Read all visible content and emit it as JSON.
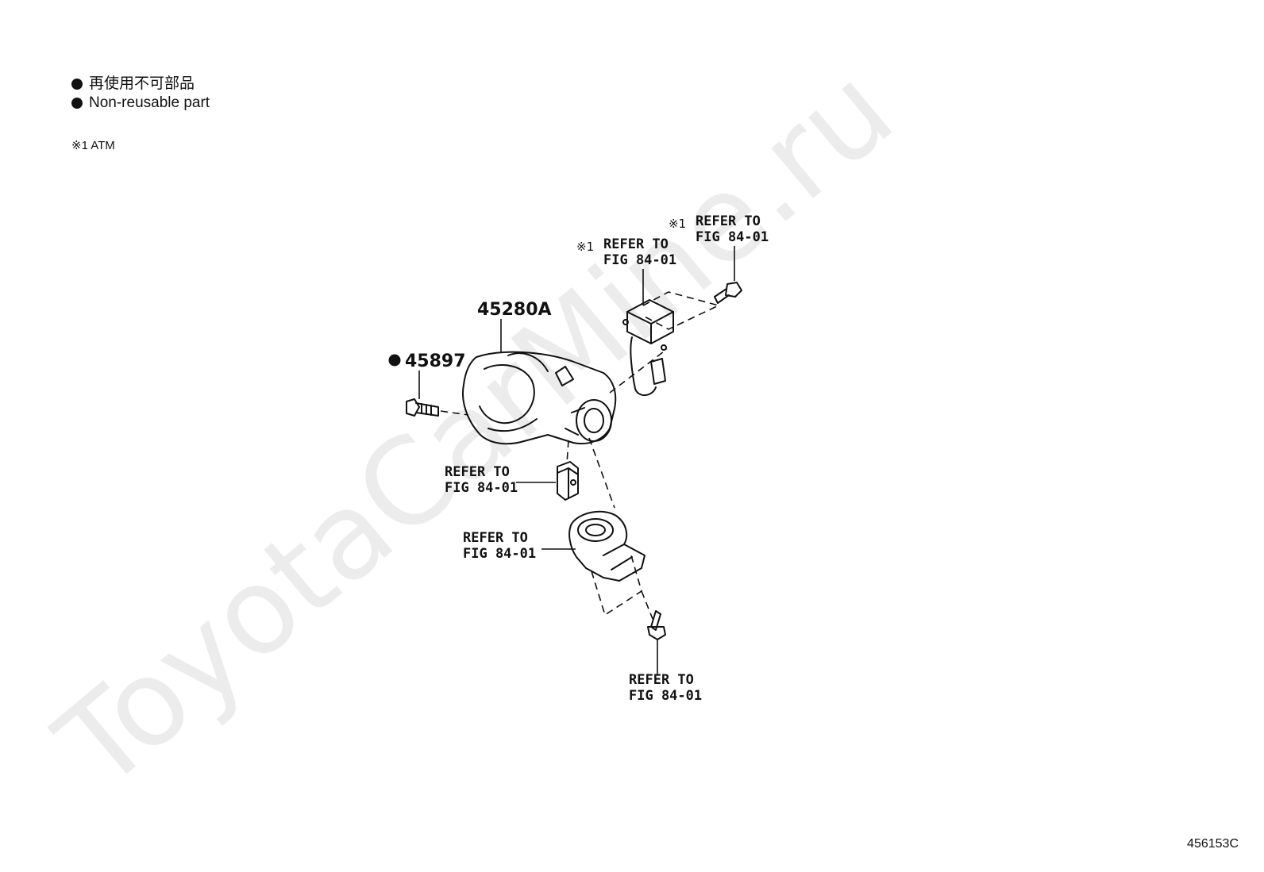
{
  "legend": {
    "jp": "再使用不可部品",
    "en": "Non-reusable part"
  },
  "note": "※1 ATM",
  "watermark": "ToyotaCarMine.ru",
  "diagram_code": "456153C",
  "parts": {
    "housing": "45280A",
    "screw": "45897"
  },
  "refs": {
    "top_right": {
      "mark": "※1",
      "line1": "REFER TO",
      "line2": "FIG 84-01"
    },
    "top_mid": {
      "mark": "※1",
      "line1": "REFER TO",
      "line2": "FIG 84-01"
    },
    "middle": {
      "line1": "REFER TO",
      "line2": "FIG 84-01"
    },
    "lower": {
      "line1": "REFER TO",
      "line2": "FIG 84-01"
    },
    "bottom": {
      "line1": "REFER TO",
      "line2": "FIG 84-01"
    }
  }
}
